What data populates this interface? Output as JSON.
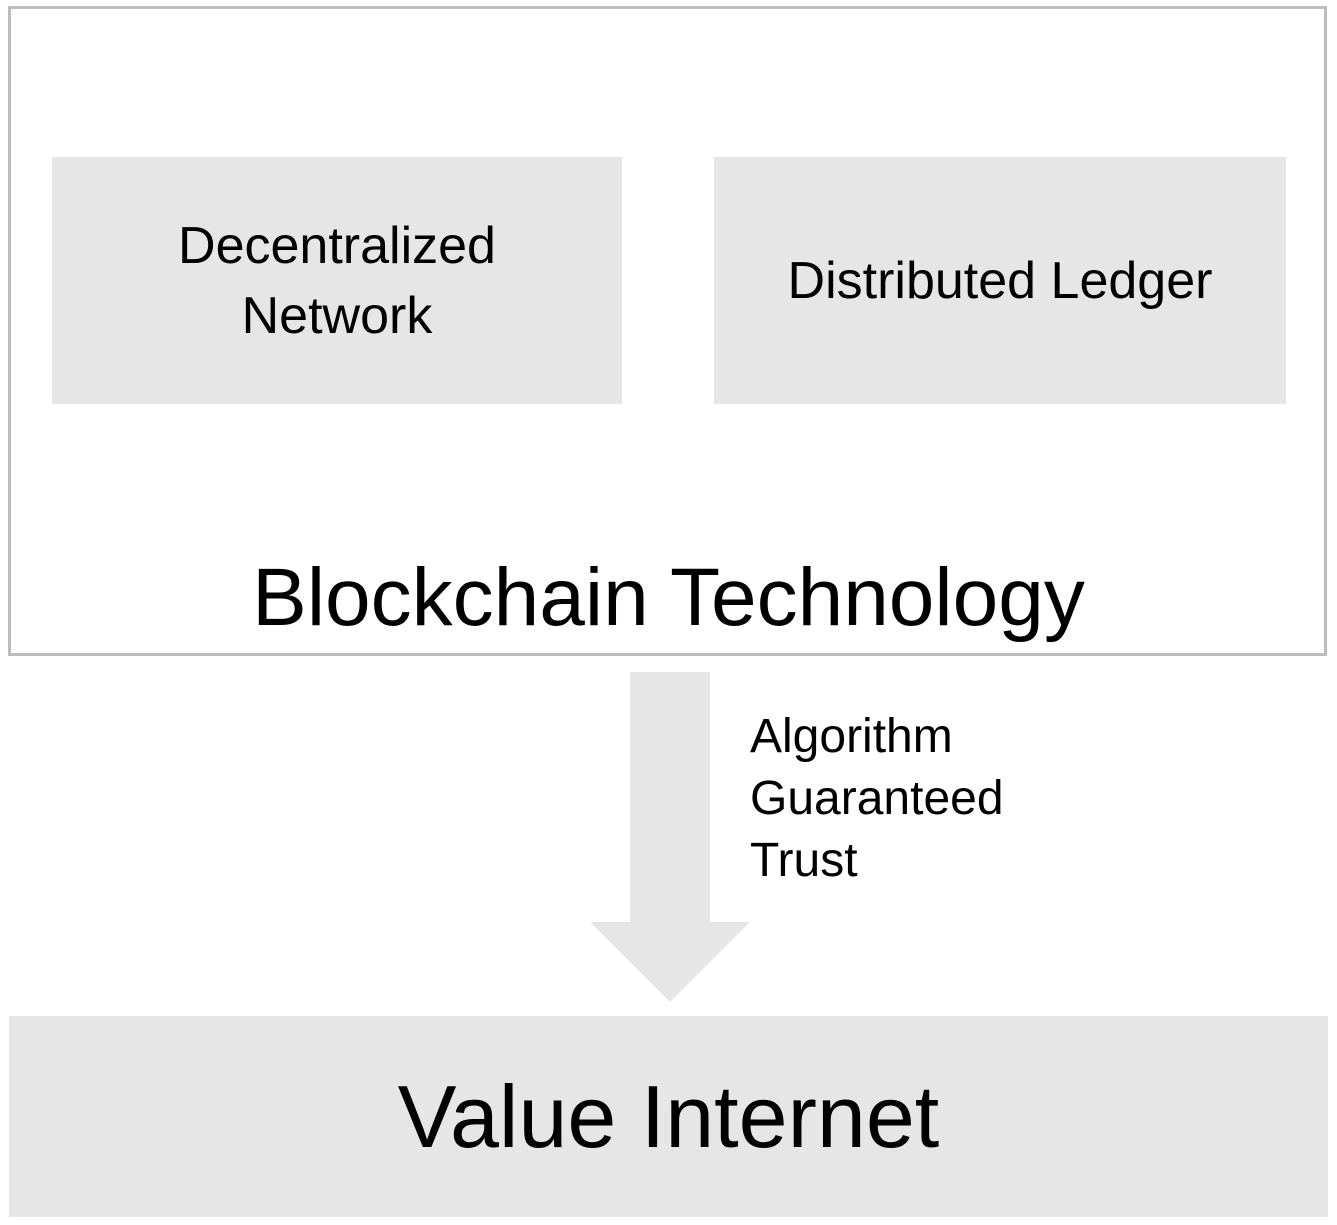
{
  "blockchain": {
    "title": "Blockchain Technology",
    "components": [
      {
        "lines": [
          "Decentralized",
          "Network"
        ]
      },
      {
        "lines": [
          "Distributed Ledger"
        ]
      }
    ]
  },
  "arrow": {
    "label_lines": [
      "Algorithm",
      "Guaranteed",
      "Trust"
    ]
  },
  "result": {
    "title": "Value Internet"
  },
  "colors": {
    "box_fill": "#e6e6e6",
    "outer_border": "#bdbdbd",
    "text": "#000000"
  }
}
